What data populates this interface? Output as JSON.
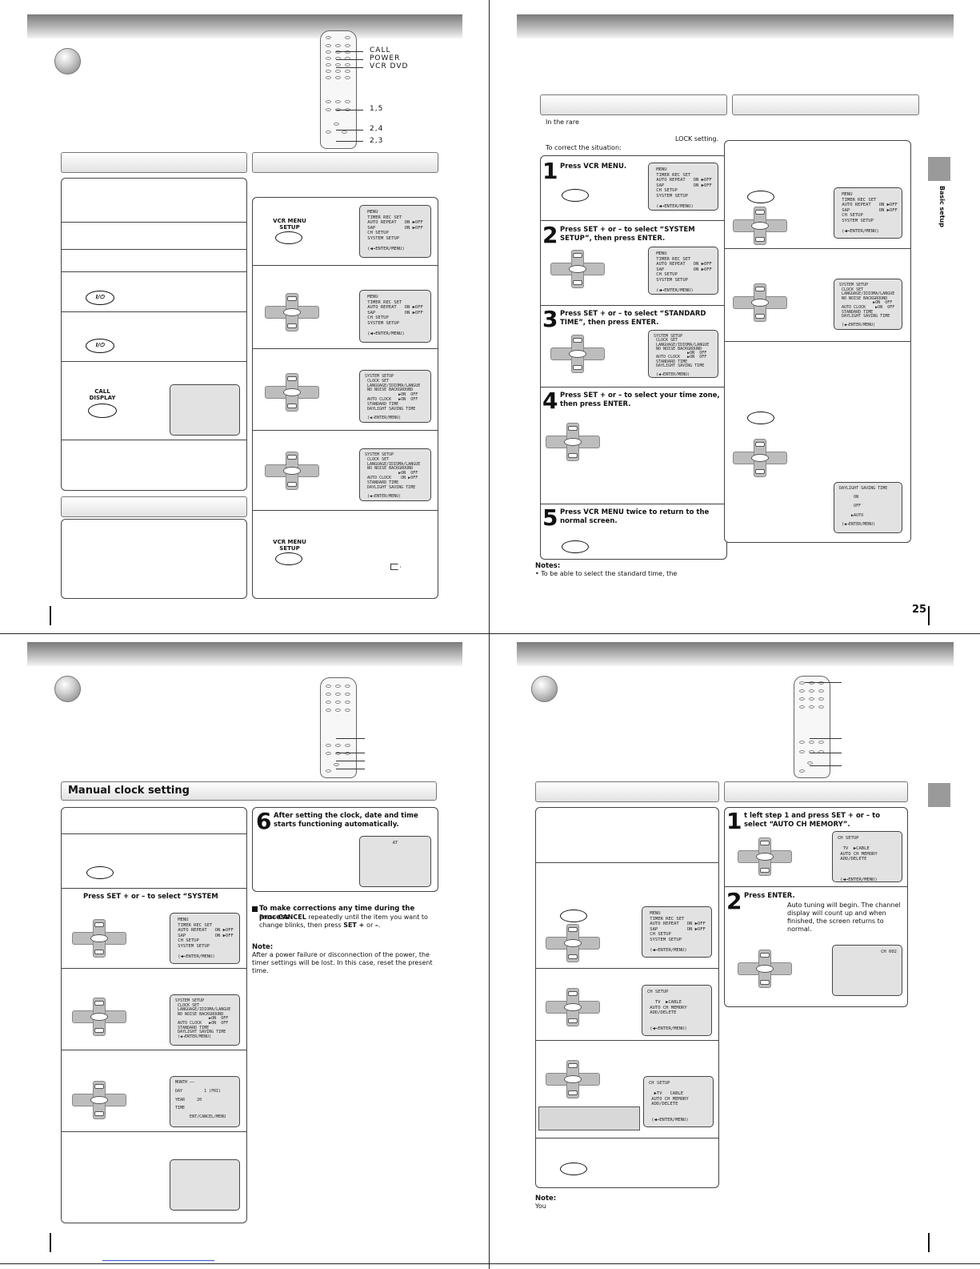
{
  "q1": {
    "callouts": [
      "CALL",
      "POWER",
      "VCR DVD",
      "1,5",
      "2,4",
      "2,3"
    ],
    "power_label": "I/⏻",
    "call_display_label": "CALL\nDISPLAY",
    "vcr_menu_setup_label": "VCR MENU\nSETUP",
    "osd1": " MENU\n TIMER REC SET\n AUTO REPEAT   ON ▶OFF\n SAP           ON ▶OFF\n CH SETUP\n SYSTEM SETUP\n\n (◀→ENTER/MENU)",
    "osd2": " MENU\n TIMER REC SET\n AUTO REPEAT   ON ▶OFF\n SAP           ON ▶OFF\n CH SETUP\n SYSTEM SETUP\n\n (◀→ENTER/MENU)",
    "osd3": "SYSTEM SETUP\n CLOCK SET\n LANGUAGE/IDIOMA/LANGUE\n NO NOISE BACKGROUND\n              ▶ON  OFF\n AUTO CLOCK   ▶ON  OFF\n STANDARD TIME\n DAYLIGHT SAVING TIME\n\n (◀→ENTER/MENU)",
    "osd4": "SYSTEM SETUP\n CLOCK SET\n LANGUAGE/IDIOMA/LANGUE\n NO NOISE BACKGROUND\n              ▶ON  OFF\n AUTO CLOCK    ON ▶OFF\n STANDARD TIME\n DAYLIGHT SAVING TIME\n\n (◀→ENTER/MENU)"
  },
  "q2": {
    "intro1": "In the rare",
    "intro2": "LOCK setting.",
    "intro3": "To correct the situation:",
    "steps": [
      {
        "num": "1",
        "text": "Press VCR MENU."
      },
      {
        "num": "2",
        "text": "Press SET + or – to select “SYSTEM SETUP”, then press  ENTER."
      },
      {
        "num": "3",
        "text": "Press SET + or – to select “STANDARD TIME”, then press ENTER."
      },
      {
        "num": "4",
        "text": "Press SET + or – to select your time zone, then press ENTER."
      },
      {
        "num": "5",
        "text": "Press VCR MENU twice to return to the normal screen."
      }
    ],
    "osd_s1": " MENU\n TIMER REC SET\n AUTO REPEAT   ON ▶OFF\n SAP           ON ▶OFF\n CH SETUP\n SYSTEM SETUP\n\n (◀→ENTER/MENU)",
    "osd_s2": " MENU\n TIMER REC SET\n AUTO REPEAT   ON ▶OFF\n SAP           ON ▶OFF\n CH SETUP\n SYSTEM SETUP\n\n (◀→ENTER/MENU)",
    "osd_s3": "SYSTEM SETUP\n CLOCK SET\n LANGUAGE/IDIOMA/LANGUE\n NO NOISE BACKGROUND\n              ▶ON  OFF\n AUTO CLOCK   ▶ON  OFF\n STANDARD TIME\n DAYLIGHT SAVING TIME\n\n (◀→ENTER/MENU)",
    "osd_r1": " MENU\n TIMER REC SET\n AUTO REPEAT   ON ▶OFF\n SAP           ON ▶OFF\n CH SETUP\n SYSTEM SETUP\n\n (◀→ENTER/MENU)",
    "osd_r2": "SYSTEM SETUP\n CLOCK SET\n LANGUAGE/IDIOMA/LANGUE\n NO NOISE BACKGROUND\n              ▶ON  OFF\n AUTO CLOCK    ▶ON  OFF\n STANDARD TIME\n DAYLIGHT SAVING TIME\n\n (◀→ENTER/MENU)",
    "osd_r3": "DAYLIGHT SAVING TIME\n\n      ON\n\n      OFF\n\n     ▶AUTO\n\n (◀→ENTER/MENU)",
    "notes_title": "Notes:",
    "notes_text": "• To be able to select the standard time, the",
    "tab_label": "Basic setup",
    "page_number": "25"
  },
  "q3": {
    "section_title": "Manual clock setting",
    "step_system": "Press SET + or – to select “SYSTEM",
    "step6_num": "6",
    "step6_text": "After setting the clock, date and time starts functioning automatically.",
    "osd_at": "AT",
    "osd_a": " MENU\n TIMER REC SET\n AUTO REPEAT   ON ▶OFF\n SAP           ON ▶OFF\n CH SETUP\n SYSTEM SETUP\n\n (◀→ENTER/MENU)",
    "osd_b": "SYSTEM SETUP\n CLOCK SET\n LANGUAGE/IDIOMA/LANGUE\n NO NOISE BACKGROUND\n              ▶ON  OFF\n AUTO CLOCK   ▶ON  OFF\n STANDARD TIME\n DAYLIGHT SAVING TIME\n (◀→ENTER/MENU)",
    "osd_c": "MONTH ——\n\nDAY         1 (FRI)\n\nYEAR     20\n\nTIME\n\n      ENT/CANCEL/MENU",
    "corr_title": "To make corrections any time during the process",
    "corr_text_a": "Press ",
    "corr_cancel": "CANCEL",
    "corr_text_b": " repeatedly until the item you want to change blinks, then press ",
    "corr_set": "SET + ",
    "corr_text_c": "or ",
    "corr_minus": "–",
    "corr_text_d": ".",
    "note_title": "Note:",
    "note_text": "After a power failure or disconnection of the power, the timer settings will be lost. In this case, reset the present time."
  },
  "q4": {
    "step1_num": "1",
    "step1_text": "t left step 1 and press SET + or – to select “AUTO CH MEMORY”.",
    "step2_num": "2",
    "step2_title": "Press ENTER.",
    "step2_text": "Auto tuning will begin. The channel display will count up and when finished, the screen returns to normal.",
    "osd_ch1": "CH SETUP\n\n  TV  ▶CABLE\n AUTO CH MEMORY\n ADD/DELETE\n\n\n\n (◀→ENTER/MENU)",
    "osd_ch2": "CH 002",
    "osd_m": " MENU\n TIMER REC SET\n AUTO REPEAT   ON ▶OFF\n SAP           ON ▶OFF\n CH SETUP\n SYSTEM SETUP\n\n (◀→ENTER/MENU)",
    "osd_t": "CH SETUP\n\n   TV  ▶CABLE\n AUTO CH MEMORY\n ADD/DELETE\n\n\n (◀→ENTER/MENU)",
    "osd_u": "CH SETUP\n\n  ▶TV   CABLE\n AUTO CH MEMORY\n ADD/DELETE\n\n\n (◀→ENTER/MENU)",
    "note_title": "Note:",
    "note_text": "You"
  }
}
